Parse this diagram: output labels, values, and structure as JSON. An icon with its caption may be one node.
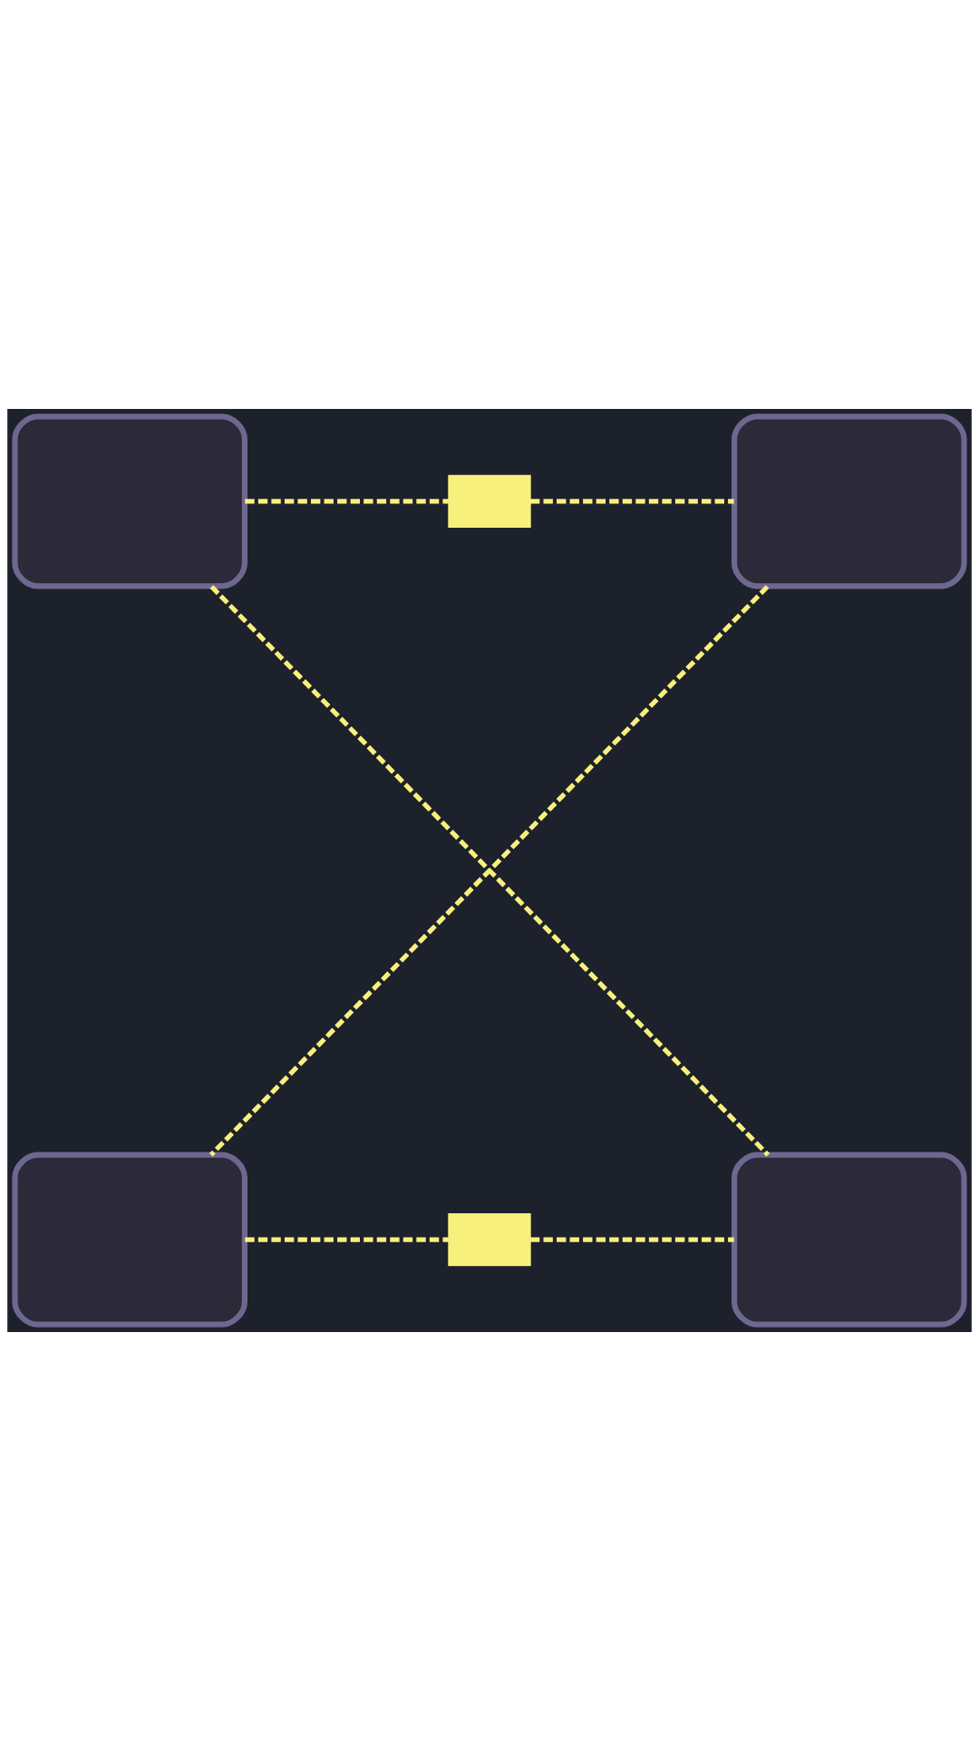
{
  "diagram": {
    "nodes": [
      {
        "text": [],
        "shape": "person"
      },
      {
        "text": [],
        "shape": "box"
      },
      {
        "text": [],
        "shape": "person"
      },
      {
        "text": [],
        "shape": "person"
      },
      {
        "text": [],
        "shape": "box"
      },
      {
        "text": [],
        "shape": "person"
      }
    ],
    "edges": [
      {
        "from": 0,
        "to": 1,
        "arrow": "none",
        "style": "dashed"
      },
      {
        "from": 1,
        "to": 2,
        "arrow": "none",
        "style": "dashed"
      },
      {
        "from": 0,
        "to": 5,
        "arrow": "none",
        "style": "dashed"
      },
      {
        "from": 2,
        "to": 3,
        "arrow": "none",
        "style": "dashed"
      },
      {
        "from": 3,
        "to": 4,
        "arrow": "none",
        "style": "dashed"
      },
      {
        "from": 4,
        "to": 5,
        "arrow": "none",
        "style": "dashed"
      }
    ]
  }
}
